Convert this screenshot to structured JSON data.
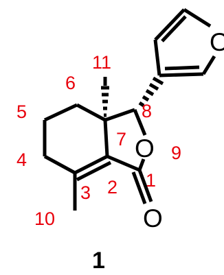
{
  "compound_id": "1",
  "atoms": {
    "ring_oxygen": "O",
    "carbonyl_oxygen": "O",
    "furan_oxygen": "O"
  },
  "carbon_numbers": [
    "1",
    "2",
    "3",
    "4",
    "5",
    "6",
    "7",
    "8",
    "9",
    "10",
    "11"
  ],
  "colors": {
    "bonds": "#000000",
    "numbering": "#e8000b"
  }
}
